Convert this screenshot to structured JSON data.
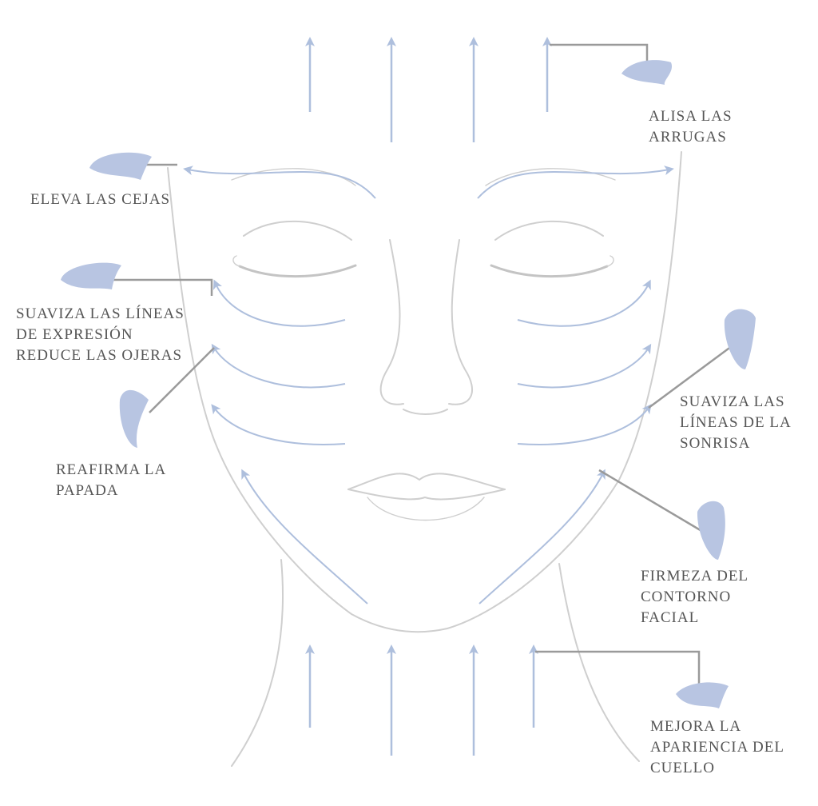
{
  "colors": {
    "background": "#ffffff",
    "face_line": "#cfcfcf",
    "arrow": "#aebfdd",
    "gua_sha_stone": "#b8c5e2",
    "leader_line": "#9a9a9a",
    "text": "#555555"
  },
  "icons": {
    "tool": "gua-sha-stone-icon",
    "arrow": "upward-arrow-icon"
  },
  "labels": {
    "alisa": {
      "lines": [
        "ALISA LAS",
        "ARRUGAS"
      ]
    },
    "eleva": {
      "lines": [
        "ELEVA LAS CEJAS"
      ]
    },
    "suaviza_expresion": {
      "lines": [
        "SUAVIZA LAS LÍNEAS",
        "DE EXPRESIÓN",
        "REDUCE LAS OJERAS"
      ]
    },
    "reafirma": {
      "lines": [
        "REAFIRMA LA",
        "PAPADA"
      ]
    },
    "suaviza_sonrisa": {
      "lines": [
        "SUAVIZA LAS",
        "LÍNEAS DE LA",
        "SONRISA"
      ]
    },
    "firmeza": {
      "lines": [
        "FIRMEZA DEL",
        "CONTORNO",
        "FACIAL"
      ]
    },
    "mejora": {
      "lines": [
        "MEJORA LA",
        "APARIENCIA DEL",
        "CUELLO"
      ]
    }
  }
}
